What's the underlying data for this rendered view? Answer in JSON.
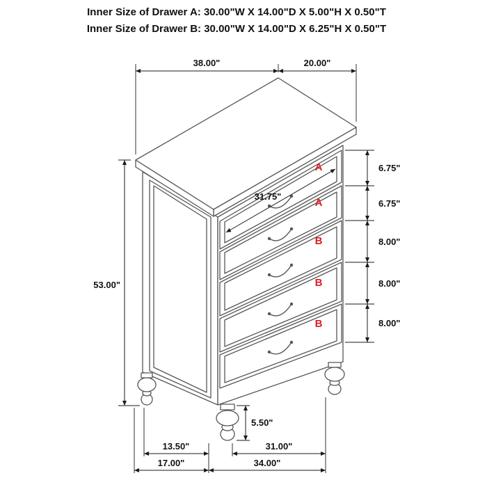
{
  "header": {
    "drawer_a_inner": "Inner Size of Drawer A: 30.00\"W X 14.00\"D X 5.00\"H X 0.50\"T",
    "drawer_b_inner": "Inner Size of Drawer B: 30.00\"W X 14.00\"D X 6.25\"H X 0.50\"T"
  },
  "drawers": {
    "labels": [
      "A",
      "A",
      "B",
      "B",
      "B"
    ],
    "opening_width": "31.75\""
  },
  "dimensions": {
    "top_width": "38.00\"",
    "top_depth": "20.00\"",
    "overall_height": "53.00\"",
    "drawer_front_heights": [
      "6.75\"",
      "6.75\"",
      "8.00\"",
      "8.00\"",
      "8.00\""
    ],
    "leg_height": "5.50\"",
    "foot_depth_spacing": "13.50\"",
    "front_feet_spacing": "31.00\"",
    "base_depth": "17.00\"",
    "base_width": "34.00\""
  },
  "colors": {
    "furniture_line": "#565656",
    "dimension_line": "#1a1a1a",
    "drawer_label_red": "#e01b24",
    "background": "#ffffff"
  }
}
